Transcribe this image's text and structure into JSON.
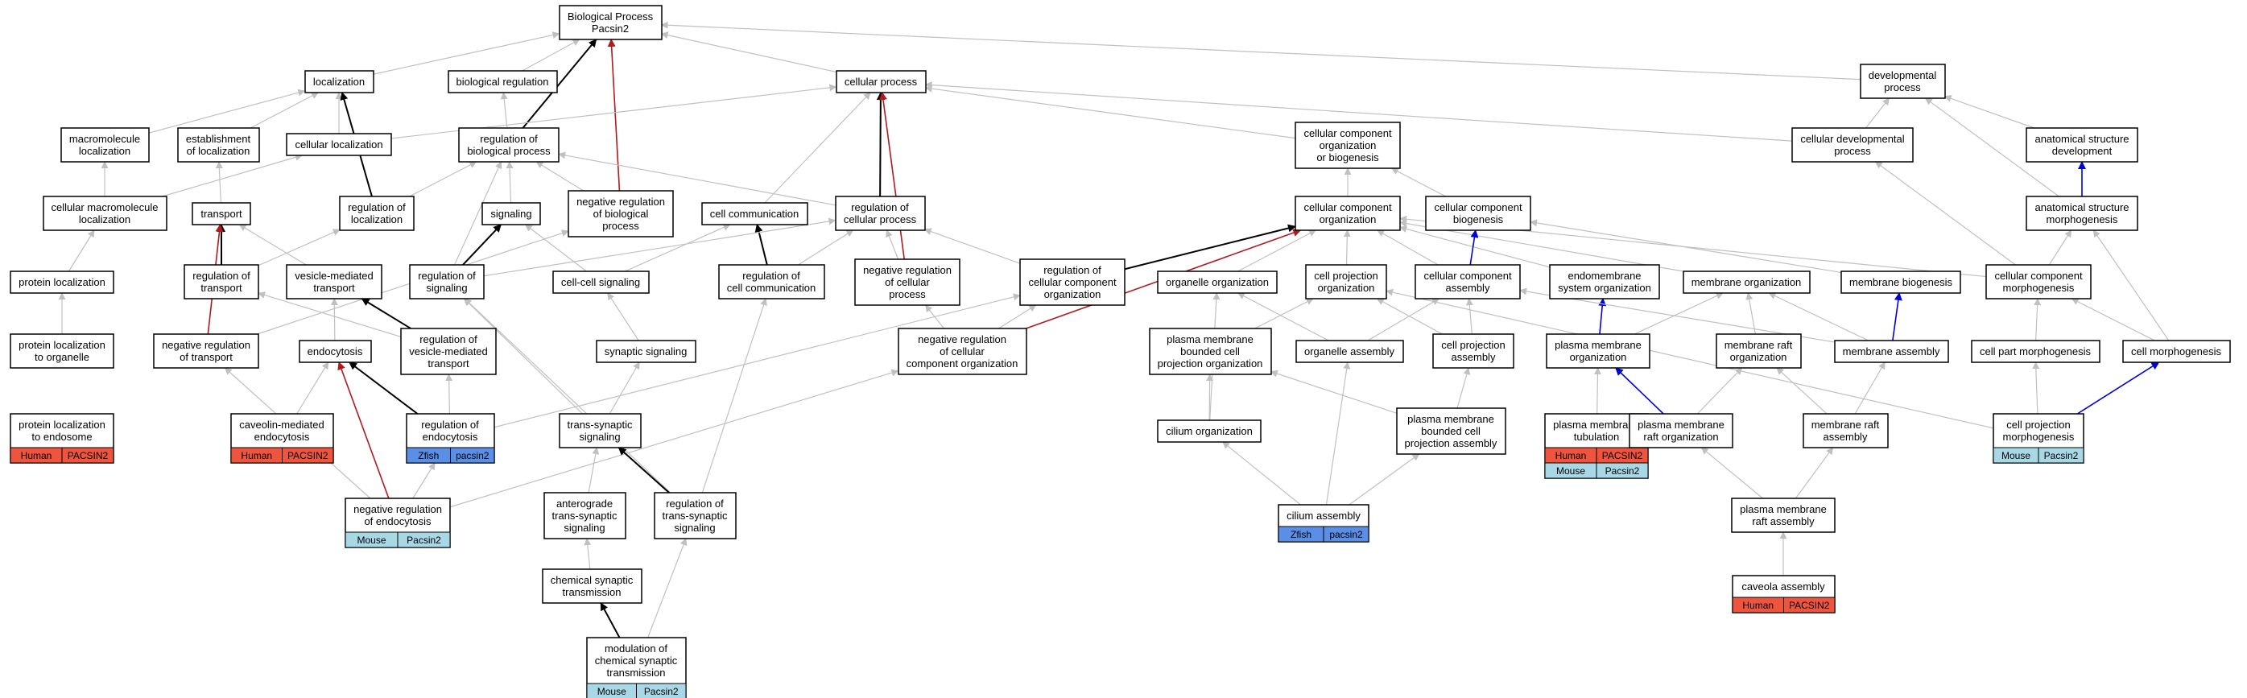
{
  "colors": {
    "edge_gray": "#c0c0c0",
    "edge_black": "#000000",
    "edge_red": "#b2191c",
    "edge_blue": "#0000d8",
    "human": "#ef553e",
    "mouse": "#a8d8e6",
    "zfish": "#5b8ee6"
  },
  "nodes": [
    {
      "id": "bp",
      "lines": [
        "Biological Process",
        "Pacsin2"
      ]
    },
    {
      "id": "localization",
      "lines": [
        "localization"
      ]
    },
    {
      "id": "bioreg",
      "lines": [
        "biological regulation"
      ]
    },
    {
      "id": "cellproc",
      "lines": [
        "cellular process"
      ]
    },
    {
      "id": "devproc",
      "lines": [
        "developmental",
        "process"
      ]
    },
    {
      "id": "macroloc",
      "lines": [
        "macromolecule",
        "localization"
      ]
    },
    {
      "id": "estloc",
      "lines": [
        "establishment",
        "of localization"
      ]
    },
    {
      "id": "cellloc",
      "lines": [
        "cellular localization"
      ]
    },
    {
      "id": "regbio",
      "lines": [
        "regulation of",
        "biological process"
      ]
    },
    {
      "id": "ccob",
      "lines": [
        "cellular component",
        "organization",
        "or biogenesis"
      ]
    },
    {
      "id": "celldev",
      "lines": [
        "cellular developmental",
        "process"
      ]
    },
    {
      "id": "anatdev",
      "lines": [
        "anatomical structure",
        "development"
      ]
    },
    {
      "id": "cellmacroloc",
      "lines": [
        "cellular macromolecule",
        "localization"
      ]
    },
    {
      "id": "transport",
      "lines": [
        "transport"
      ]
    },
    {
      "id": "regloc",
      "lines": [
        "regulation of",
        "localization"
      ]
    },
    {
      "id": "signaling",
      "lines": [
        "signaling"
      ]
    },
    {
      "id": "negregbio",
      "lines": [
        "negative regulation",
        "of biological",
        "process"
      ]
    },
    {
      "id": "cellcomm",
      "lines": [
        "cell communication"
      ]
    },
    {
      "id": "regcellproc",
      "lines": [
        "regulation of",
        "cellular process"
      ]
    },
    {
      "id": "cco",
      "lines": [
        "cellular component",
        "organization"
      ]
    },
    {
      "id": "ccbio",
      "lines": [
        "cellular component",
        "biogenesis"
      ]
    },
    {
      "id": "anatmorph",
      "lines": [
        "anatomical structure",
        "morphogenesis"
      ]
    },
    {
      "id": "protloc",
      "lines": [
        "protein localization"
      ]
    },
    {
      "id": "regtransport",
      "lines": [
        "regulation of",
        "transport"
      ]
    },
    {
      "id": "vesmed",
      "lines": [
        "vesicle-mediated",
        "transport"
      ]
    },
    {
      "id": "regsig",
      "lines": [
        "regulation of",
        "signaling"
      ]
    },
    {
      "id": "cellcellsig",
      "lines": [
        "cell-cell signaling"
      ]
    },
    {
      "id": "regcellcomm",
      "lines": [
        "regulation of",
        "cell communication"
      ]
    },
    {
      "id": "negregcellproc",
      "lines": [
        "negative regulation",
        "of cellular",
        "process"
      ]
    },
    {
      "id": "regcco",
      "lines": [
        "regulation of",
        "cellular component",
        "organization"
      ]
    },
    {
      "id": "orgorg",
      "lines": [
        "organelle organization"
      ]
    },
    {
      "id": "cpo",
      "lines": [
        "cell projection",
        "organization"
      ]
    },
    {
      "id": "cca",
      "lines": [
        "cellular component",
        "assembly"
      ]
    },
    {
      "id": "endomem",
      "lines": [
        "endomembrane",
        "system organization"
      ]
    },
    {
      "id": "memorg",
      "lines": [
        "membrane organization"
      ]
    },
    {
      "id": "membio",
      "lines": [
        "membrane biogenesis"
      ]
    },
    {
      "id": "ccmorph",
      "lines": [
        "cellular component",
        "morphogenesis"
      ]
    },
    {
      "id": "protloctoorg",
      "lines": [
        "protein localization",
        "to organelle"
      ]
    },
    {
      "id": "negregtransport",
      "lines": [
        "negative regulation",
        "of transport"
      ]
    },
    {
      "id": "endocytosis",
      "lines": [
        "endocytosis"
      ]
    },
    {
      "id": "regvesmed",
      "lines": [
        "regulation of",
        "vesicle-mediated",
        "transport"
      ]
    },
    {
      "id": "synsig",
      "lines": [
        "synaptic signaling"
      ]
    },
    {
      "id": "negregcco",
      "lines": [
        "negative regulation",
        "of cellular",
        "component organization"
      ]
    },
    {
      "id": "pmbcpo",
      "lines": [
        "plasma membrane",
        "bounded cell",
        "projection organization"
      ]
    },
    {
      "id": "orgasm",
      "lines": [
        "organelle assembly"
      ]
    },
    {
      "id": "cpa",
      "lines": [
        "cell projection",
        "assembly"
      ]
    },
    {
      "id": "pmo",
      "lines": [
        "plasma membrane",
        "organization"
      ]
    },
    {
      "id": "mro",
      "lines": [
        "membrane raft",
        "organization"
      ]
    },
    {
      "id": "memasm",
      "lines": [
        "membrane assembly"
      ]
    },
    {
      "id": "cellpartmorph",
      "lines": [
        "cell part morphogenesis"
      ]
    },
    {
      "id": "cellmorph",
      "lines": [
        "cell morphogenesis"
      ]
    },
    {
      "id": "plte",
      "lines": [
        "protein localization",
        "to endosome"
      ],
      "badge": {
        "species": "Human",
        "gene": "PACSIN2"
      }
    },
    {
      "id": "cavendo",
      "lines": [
        "caveolin-mediated",
        "endocytosis"
      ],
      "badge": {
        "species": "Human",
        "gene": "PACSIN2"
      }
    },
    {
      "id": "regendo",
      "lines": [
        "regulation of",
        "endocytosis"
      ],
      "badge": {
        "species": "Zfish",
        "gene": "pacsin2"
      }
    },
    {
      "id": "transsyn",
      "lines": [
        "trans-synaptic",
        "signaling"
      ]
    },
    {
      "id": "ciliumorg",
      "lines": [
        "cilium organization"
      ]
    },
    {
      "id": "pmbcpa",
      "lines": [
        "plasma membrane",
        "bounded cell",
        "projection assembly"
      ]
    },
    {
      "id": "pmt",
      "lines": [
        "plasma membrane",
        "tubulation"
      ],
      "badge": {
        "species": "Human",
        "gene": "PACSIN2"
      },
      "badge2": {
        "species": "Mouse",
        "gene": "Pacsin2"
      }
    },
    {
      "id": "pmro",
      "lines": [
        "plasma membrane",
        "raft organization"
      ]
    },
    {
      "id": "mra",
      "lines": [
        "membrane raft",
        "assembly"
      ]
    },
    {
      "id": "cpm",
      "lines": [
        "cell projection",
        "morphogenesis"
      ],
      "badge": {
        "species": "Mouse",
        "gene": "Pacsin2"
      }
    },
    {
      "id": "negregendo",
      "lines": [
        "negative regulation",
        "of endocytosis"
      ],
      "badge": {
        "species": "Mouse",
        "gene": "Pacsin2"
      }
    },
    {
      "id": "antero",
      "lines": [
        "anterograde",
        "trans-synaptic",
        "signaling"
      ]
    },
    {
      "id": "regtranssyn",
      "lines": [
        "regulation of",
        "trans-synaptic",
        "signaling"
      ]
    },
    {
      "id": "ciliumasm",
      "lines": [
        "cilium assembly"
      ],
      "badge": {
        "species": "Zfish",
        "gene": "pacsin2"
      }
    },
    {
      "id": "pmra",
      "lines": [
        "plasma membrane",
        "raft assembly"
      ]
    },
    {
      "id": "chemsyn",
      "lines": [
        "chemical synaptic",
        "transmission"
      ]
    },
    {
      "id": "cavasm",
      "lines": [
        "caveola assembly"
      ],
      "badge": {
        "species": "Human",
        "gene": "PACSIN2"
      }
    },
    {
      "id": "modchem",
      "lines": [
        "modulation of",
        "chemical synaptic",
        "transmission"
      ],
      "badge": {
        "species": "Mouse",
        "gene": "Pacsin2"
      }
    }
  ]
}
